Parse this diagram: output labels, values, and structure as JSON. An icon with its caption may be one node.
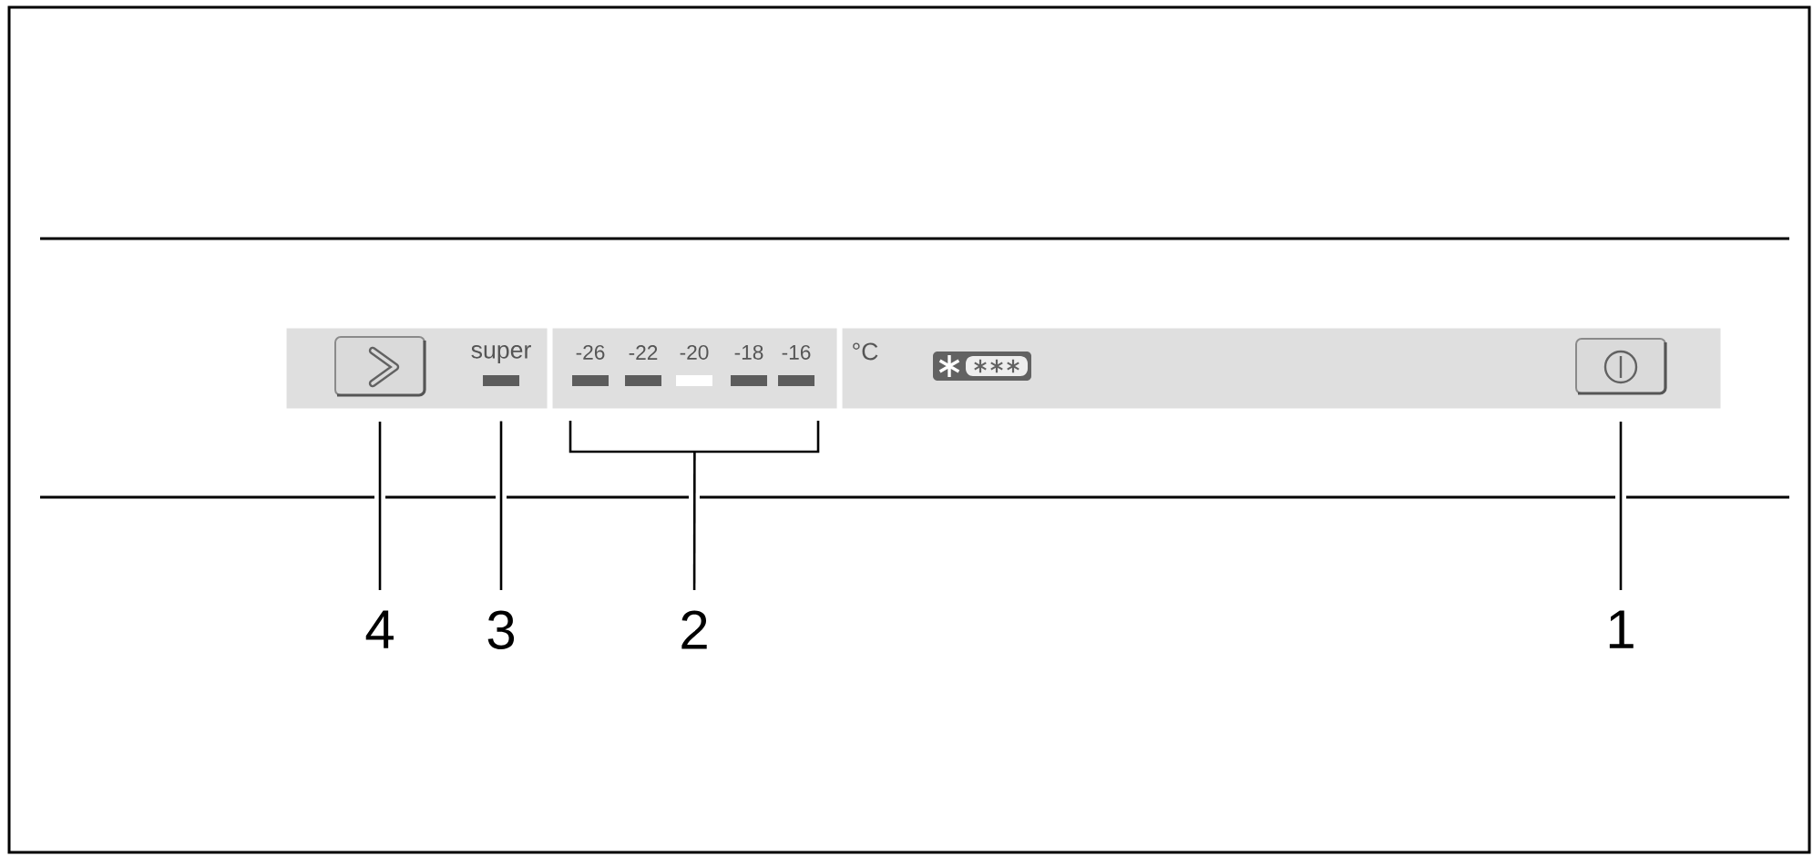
{
  "diagram": {
    "nodes": [
      {
        "text": [],
        "shape": "box"
      },
      {
        "text": [],
        "shape": "box",
        "in": 0
      },
      {
        "text": [
          "super"
        ],
        "in": 0
      },
      {
        "text": [],
        "shape": "box"
      },
      {
        "text": [
          "-26"
        ],
        "in": 3
      },
      {
        "text": [
          "-22"
        ],
        "in": 3
      },
      {
        "text": [
          "-20"
        ],
        "in": 3
      },
      {
        "text": [
          "-18"
        ],
        "in": 3
      },
      {
        "text": [
          "-16"
        ],
        "in": 3
      },
      {
        "text": [
          "°C"
        ]
      },
      {
        "text": [],
        "shape": "box",
        "in": 9
      },
      {
        "text": [
          "4"
        ]
      },
      {
        "text": [
          "3"
        ]
      },
      {
        "text": [
          "2"
        ]
      },
      {
        "text": [
          "1"
        ]
      }
    ],
    "edges": [
      {
        "from": 11,
        "to": 1,
        "arrow": "none"
      },
      {
        "from": 12,
        "to": 2,
        "arrow": "none"
      },
      {
        "from": 13,
        "to": 3,
        "arrow": "none"
      },
      {
        "from": 14,
        "to": 10,
        "arrow": "none"
      }
    ]
  }
}
